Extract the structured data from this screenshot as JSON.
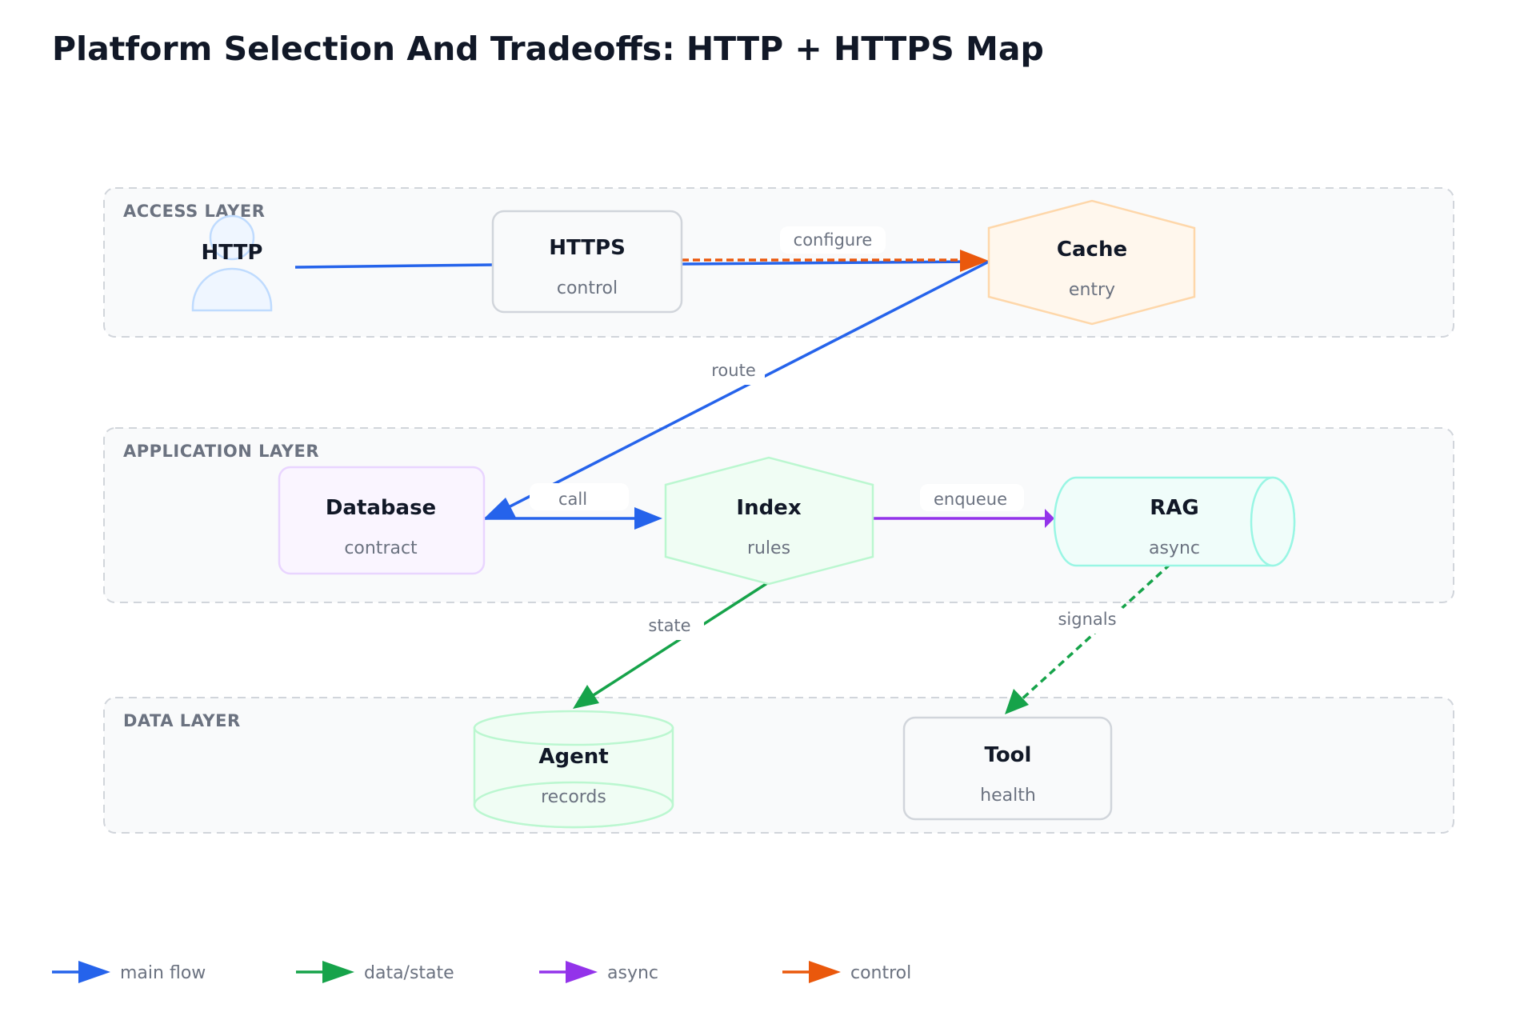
{
  "title": "Platform Selection And Tradeoffs: HTTP + HTTPS Map",
  "colors": {
    "main_flow": "#2563eb",
    "data_state": "#16a34a",
    "async": "#9333ea",
    "control": "#ea580c"
  },
  "layers": [
    {
      "id": "access",
      "label": "ACCESS LAYER"
    },
    {
      "id": "application",
      "label": "APPLICATION LAYER"
    },
    {
      "id": "data",
      "label": "DATA LAYER"
    }
  ],
  "nodes": [
    {
      "id": "http",
      "shape": "actor-person",
      "title": "HTTP",
      "subtitle": ""
    },
    {
      "id": "https",
      "shape": "rounded-rect",
      "title": "HTTPS",
      "subtitle": "control"
    },
    {
      "id": "cache",
      "shape": "hexagon",
      "title": "Cache",
      "subtitle": "entry"
    },
    {
      "id": "database",
      "shape": "rounded-rect",
      "title": "Database",
      "subtitle": "contract"
    },
    {
      "id": "index",
      "shape": "hexagon",
      "title": "Index",
      "subtitle": "rules"
    },
    {
      "id": "rag",
      "shape": "horizontal-cylinder",
      "title": "RAG",
      "subtitle": "async"
    },
    {
      "id": "agent",
      "shape": "cylinder",
      "title": "Agent",
      "subtitle": "records"
    },
    {
      "id": "tool",
      "shape": "rounded-rect",
      "title": "Tool",
      "subtitle": "health"
    }
  ],
  "edges": [
    {
      "from": "http",
      "to": "https",
      "kind": "main_flow",
      "label": ""
    },
    {
      "from": "https",
      "to": "cache",
      "kind": "main_flow",
      "label": ""
    },
    {
      "from": "https",
      "to": "cache",
      "kind": "control",
      "style": "dashed",
      "label": "configure"
    },
    {
      "from": "cache",
      "to": "database",
      "kind": "main_flow",
      "label": "route"
    },
    {
      "from": "database",
      "to": "index",
      "kind": "main_flow",
      "label": "call"
    },
    {
      "from": "index",
      "to": "rag",
      "kind": "async",
      "label": "enqueue"
    },
    {
      "from": "index",
      "to": "agent",
      "kind": "data_state",
      "label": "state"
    },
    {
      "from": "rag",
      "to": "tool",
      "kind": "data_state",
      "style": "dashed",
      "label": "signals"
    }
  ],
  "legend": [
    {
      "kind": "main_flow",
      "label": "main flow"
    },
    {
      "kind": "data_state",
      "label": "data/state"
    },
    {
      "kind": "async",
      "label": "async"
    },
    {
      "kind": "control",
      "label": "control"
    }
  ]
}
